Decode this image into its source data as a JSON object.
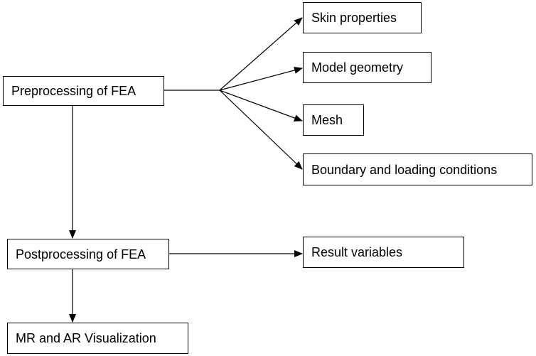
{
  "diagram": {
    "nodes": {
      "preprocessing": "Preprocessing of FEA",
      "postprocessing": "Postprocessing of FEA",
      "visualization": "MR and AR Visualization",
      "skin_properties": "Skin properties",
      "model_geometry": "Model geometry",
      "mesh": "Mesh",
      "boundary_conditions": "Boundary and loading conditions",
      "result_variables": "Result variables"
    },
    "edges": [
      {
        "from": "preprocessing",
        "to": "skin_properties"
      },
      {
        "from": "preprocessing",
        "to": "model_geometry"
      },
      {
        "from": "preprocessing",
        "to": "mesh"
      },
      {
        "from": "preprocessing",
        "to": "boundary_conditions"
      },
      {
        "from": "preprocessing",
        "to": "postprocessing"
      },
      {
        "from": "postprocessing",
        "to": "result_variables"
      },
      {
        "from": "postprocessing",
        "to": "visualization"
      }
    ],
    "colors": {
      "line": "#000000",
      "box_border": "#000000",
      "background": "#ffffff"
    }
  }
}
